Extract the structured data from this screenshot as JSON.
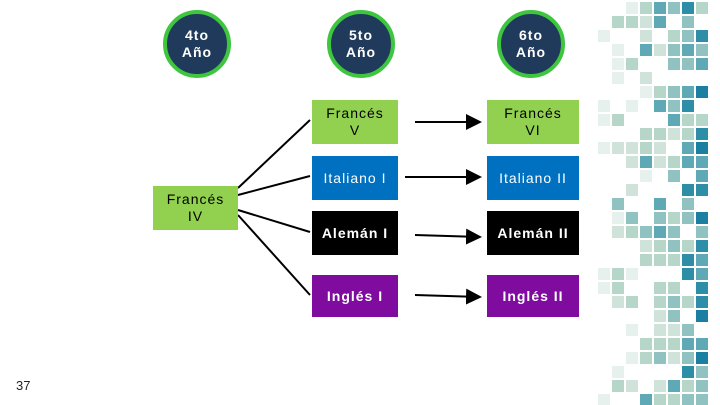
{
  "years": {
    "y4": "4to\nAño",
    "y5": "5to\nAño",
    "y6": "6to\nAño"
  },
  "source": "Francés\nIV",
  "rows": [
    {
      "left": "Francés\nV",
      "right": "Francés\nVI"
    },
    {
      "left": "Italiano I",
      "right": "Italiano II"
    },
    {
      "left": "Alemán I",
      "right": "Alemán II"
    },
    {
      "left": "Inglés I",
      "right": "Inglés II"
    }
  ],
  "page_number": "37",
  "colors": {
    "circle_fill": "#1f3a5a",
    "circle_border": "#3ec63e",
    "green": "#92d050",
    "blue": "#0070c0",
    "black": "#000000",
    "purple": "#7f0b9f"
  }
}
